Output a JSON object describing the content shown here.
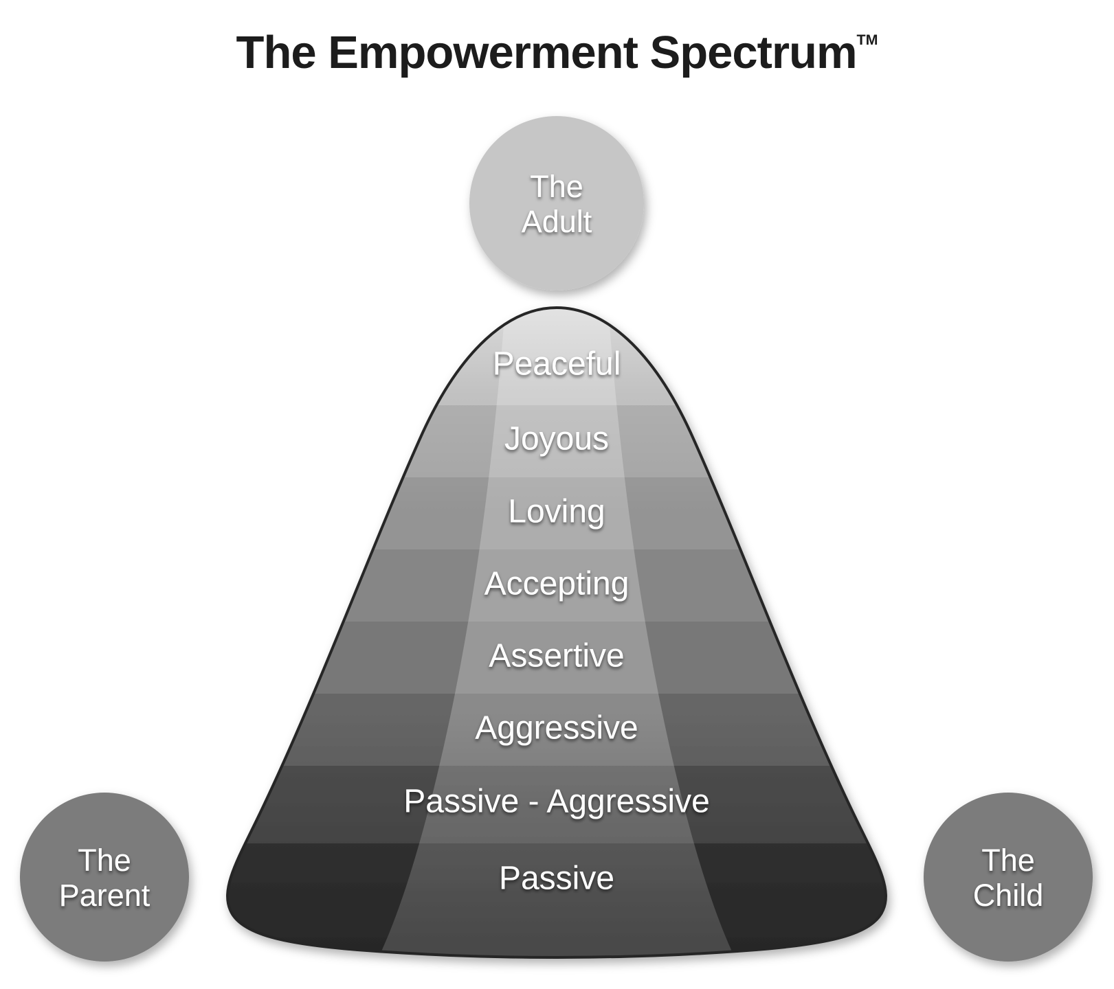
{
  "title": {
    "text": "The Empowerment Spectrum",
    "trademark": "TM"
  },
  "circles": {
    "adult": {
      "line1": "The",
      "line2": "Adult",
      "color": "#c6c6c6"
    },
    "parent": {
      "line1": "The",
      "line2": "Parent",
      "color": "#7b7b7b"
    },
    "child": {
      "line1": "The",
      "line2": "Child",
      "color": "#7b7b7b"
    }
  },
  "spectrum": {
    "levels": [
      "Peaceful",
      "Joyous",
      "Loving",
      "Accepting",
      "Assertive",
      "Aggressive",
      "Passive - Aggressive",
      "Passive"
    ],
    "band_colors": [
      "#b7b7b7",
      "#a3a3a3",
      "#949494",
      "#868686",
      "#787878",
      "#666666",
      "#515151",
      "#393939"
    ],
    "outline_color": "#262626",
    "text_color": "#ffffff"
  },
  "background_color": "#ffffff"
}
